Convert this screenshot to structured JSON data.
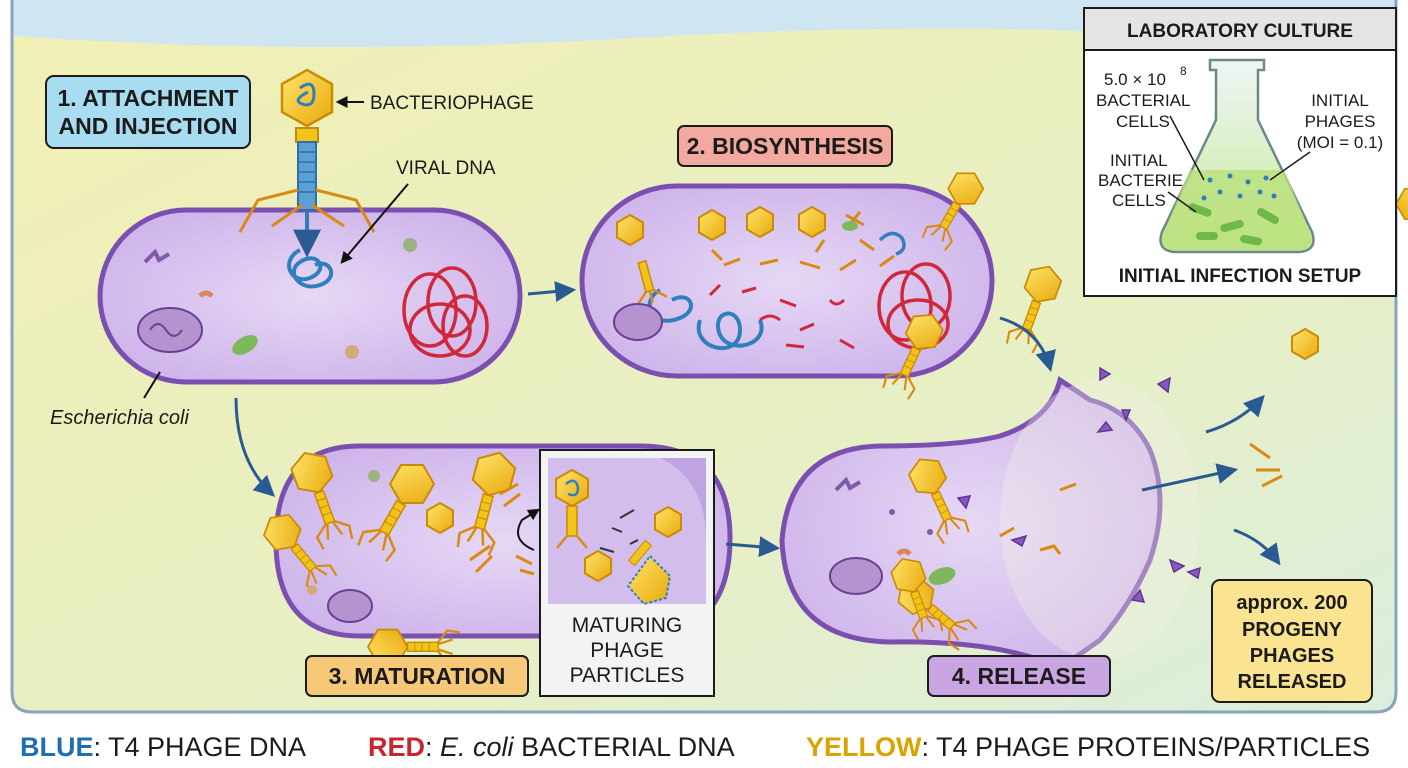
{
  "steps": {
    "attachment": {
      "line1": "1. ATTACHMENT",
      "line2": "AND INJECTION"
    },
    "biosynthesis": "2. BIOSYNTHESIS",
    "maturation": "3. MATURATION",
    "release": "4. RELEASE"
  },
  "labels": {
    "bacteriophage": "BACTERIOPHAGE",
    "viral_dna": "VIRAL DNA",
    "ecoli": "Escherichia coli",
    "maturing": [
      "MATURING",
      "PHAGE",
      "PARTICLES"
    ],
    "progeny": [
      "approx. 200",
      "PROGENY",
      "PHAGES",
      "RELEASED"
    ]
  },
  "lab_culture": {
    "title": "LABORATORY CULTURE",
    "bacterial_count_mantissa": "5.0 × 10",
    "bacterial_count_exponent": "8",
    "bacterial_cells": [
      "BACTERIAL",
      "CELLS"
    ],
    "initial_bacteria": [
      "INITIAL",
      "BACTERIE",
      "CELLS"
    ],
    "initial_phages": [
      "INITIAL",
      "PHAGES",
      "(MOI = 0.1)"
    ],
    "footer": "INITIAL INFECTION SETUP"
  },
  "legend": {
    "blue_key": "BLUE",
    "blue_text": ": T4 PHAGE DNA",
    "red_key": "RED",
    "red_sep": ": ",
    "red_italic": "E. coli",
    "red_text": " BACTERIAL DNA",
    "yellow_key": "YELLOW",
    "yellow_text": ": T4 PHAGE PROTEINS/PARTICLES"
  },
  "colors": {
    "phage_dna": "#2f7fbf",
    "bacterial_dna": "#d0283a",
    "phage_protein": "#f2c318",
    "cell_fill": "#d9c4ee",
    "cell_border": "#7a4fb0",
    "legend_blue": "#1f6fb0",
    "legend_red": "#c8262f",
    "legend_yellow": "#d9a300"
  }
}
